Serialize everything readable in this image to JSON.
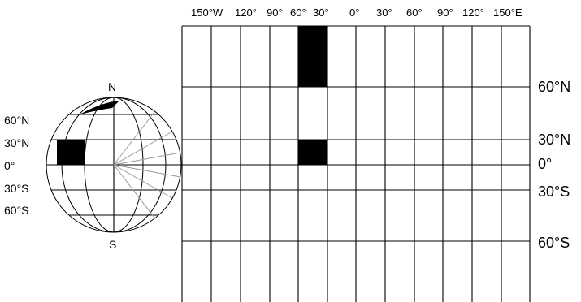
{
  "globe": {
    "pole_north": "N",
    "pole_south": "S",
    "lat_labels": [
      "60°N",
      "30°N",
      "0°",
      "30°S",
      "60°S"
    ]
  },
  "map": {
    "longitude_labels": [
      "150°W",
      "120°",
      "90°",
      "60°",
      "30°",
      "0°",
      "30°",
      "60°",
      "90°",
      "120°",
      "150°E"
    ],
    "latitude_labels": [
      "60°N",
      "30°N",
      "0°",
      "30°S",
      "60°S"
    ]
  },
  "colors": {
    "ink": "#000000",
    "rays": "#999999",
    "background": "#ffffff"
  }
}
